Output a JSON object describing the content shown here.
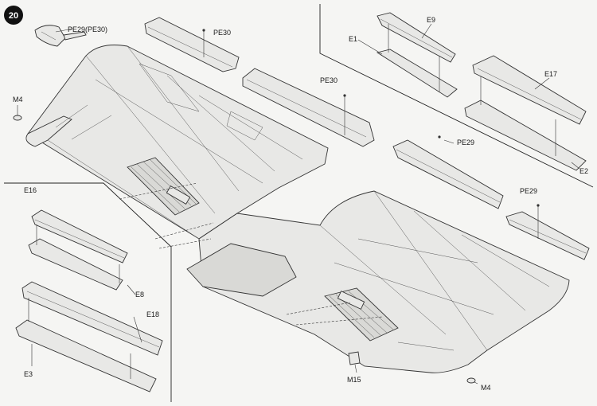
{
  "step": {
    "number": "20"
  },
  "labels": {
    "pe29_pe30": "PE29(PE30)",
    "pe30_top": "PE30",
    "pe30_mid": "PE30",
    "m4_left": "M4",
    "e9": "E9",
    "e1": "E1",
    "e17": "E17",
    "e2": "E2",
    "pe29_mid": "PE29",
    "pe29_right": "PE29",
    "e16": "E16",
    "e8": "E8",
    "e18": "E18",
    "e3": "E3",
    "m15": "M15",
    "m4_bottom": "M4"
  },
  "colors": {
    "line": "#333333",
    "paper": "#f5f5f3",
    "step_badge": "#111111"
  }
}
